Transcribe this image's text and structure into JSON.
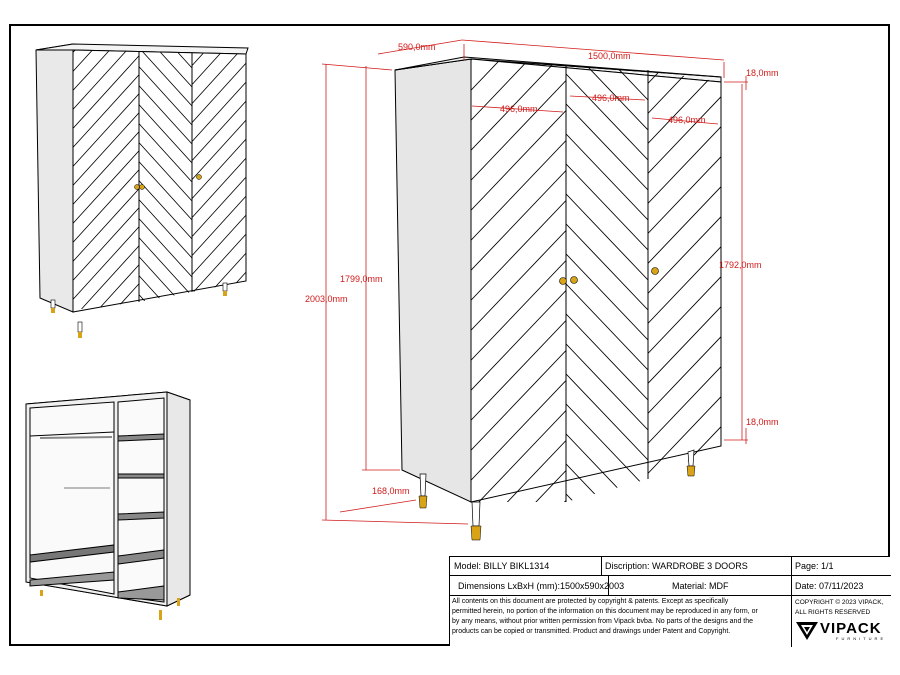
{
  "dimensions": {
    "depth": "590,0mm",
    "width": "1500,0mm",
    "door_left": "496,0mm",
    "door_mid": "496,0mm",
    "door_right": "496,0mm",
    "top_thickness": "18,0mm",
    "bottom_thickness": "18,0mm",
    "door_height": "1792,0mm",
    "body_height": "1799,0mm",
    "total_height": "2003,0mm",
    "leg_height": "168,0mm"
  },
  "title_block": {
    "model": "Model: BILLY BIKL1314",
    "description": "Discription: WARDROBE 3 DOORS",
    "page": "Page: 1/1",
    "dimensions_line": "Dimensions LxBxH (mm):1500x590x2003",
    "material": "Material: MDF",
    "date": "Date: 07/11/2023",
    "legal_1": "All contents on this document are protected by copyright & patents. Except as specifically",
    "legal_2": "permitted herein, no portion of the information on this document may be reproduced in any form, or",
    "legal_3": "by any means, without prior written permission from Vipack bvba. No parts of the designs and the",
    "legal_4": "products can be copied or transmitted. Product and drawings under Patent and Copyright.",
    "copyright_1": "COPYRIGHT © 2023 VIPACK,",
    "copyright_2": "ALL RIGHTS RESERVED",
    "brand": "VIPACK",
    "brand_sub": "FURNITURE"
  },
  "colors": {
    "dimension_red": "#d11a1a",
    "leg_gold": "#d8a317",
    "panel_grey": "#e6e6e6"
  }
}
